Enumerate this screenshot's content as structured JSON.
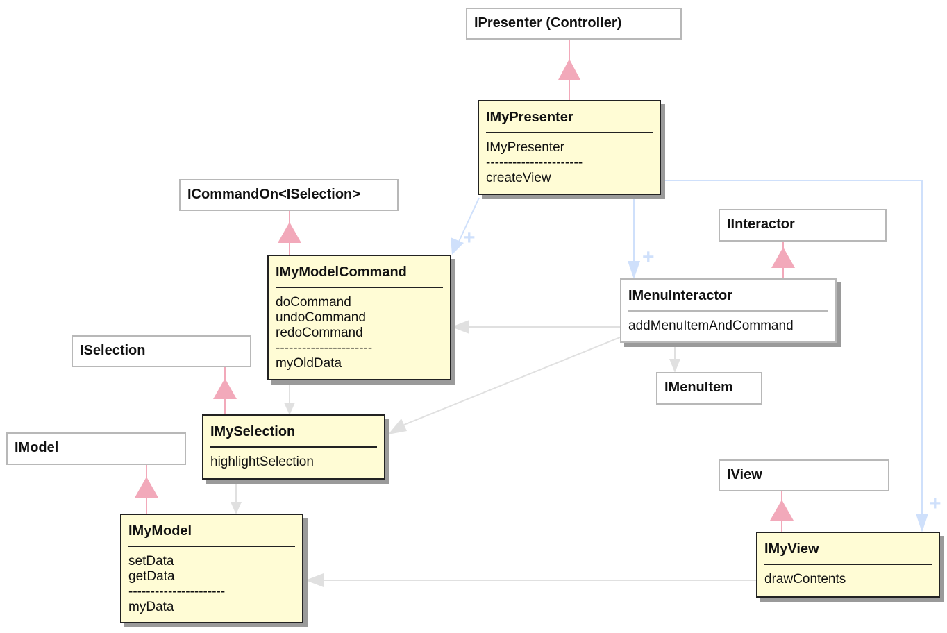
{
  "interfaces": {
    "ipresenter": "IPresenter (Controller)",
    "icommandon": "ICommandOn<ISelection>",
    "iinteractor": "IInteractor",
    "iselection": "ISelection",
    "imodel": "IModel",
    "iview": "IView",
    "imenuitem": "IMenuItem"
  },
  "classes": {
    "imypresenter": {
      "name": "IMyPresenter",
      "lines": [
        "IMyPresenter",
        "----------------------",
        "createView"
      ]
    },
    "imymodelcommand": {
      "name": "IMyModelCommand",
      "lines": [
        "doCommand",
        "undoCommand",
        "redoCommand",
        "----------------------",
        "myOldData"
      ]
    },
    "imenuinteractor": {
      "name": "IMenuInteractor",
      "lines": [
        "addMenuItemAndCommand"
      ]
    },
    "imyselection": {
      "name": "IMySelection",
      "lines": [
        "highlightSelection"
      ]
    },
    "imymodel": {
      "name": "IMyModel",
      "lines": [
        "setData",
        "getData",
        "----------------------",
        "myData"
      ]
    },
    "imyview": {
      "name": "IMyView",
      "lines": [
        "drawContents"
      ]
    }
  },
  "edge_marks": {
    "plus": "+"
  },
  "colors": {
    "inheritance": "#f2a9ba",
    "creation": "#cfe0fb",
    "dependency": "#e0e0e0",
    "class_fill": "#fffcd5"
  }
}
